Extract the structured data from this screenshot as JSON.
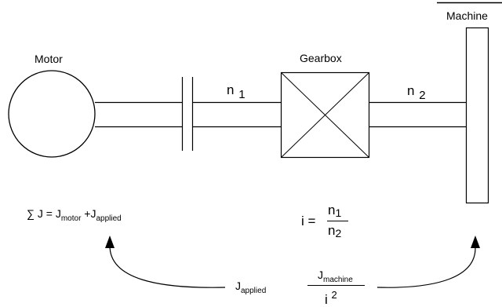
{
  "labels": {
    "machine": "Machine",
    "motor": "Motor",
    "gearbox": "Gearbox",
    "n1": {
      "base": "n",
      "sub": "1"
    },
    "n2": {
      "base": "n",
      "sub": "2"
    }
  },
  "formulas": {
    "inertia_sum": {
      "sigma": "∑",
      "prefix": "J = J",
      "motor_sub": "motor",
      "plus": " +J",
      "applied_sub": "applied"
    },
    "ratio": {
      "lhs": "i =",
      "num": {
        "base": "n",
        "sub": "1"
      },
      "den": {
        "base": "n",
        "sub": "2"
      }
    },
    "applied": {
      "base": "J",
      "sub": "applied"
    },
    "reflected": {
      "num": {
        "base": "J",
        "sub": "machine"
      },
      "den": {
        "base": "i",
        "sup": "2"
      }
    }
  }
}
